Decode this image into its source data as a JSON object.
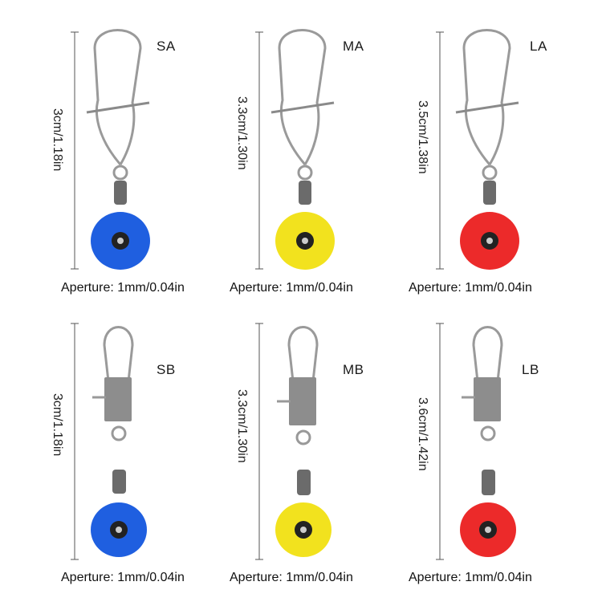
{
  "products": [
    {
      "model": "SA",
      "height": "3cm/1.18in",
      "aperture": "Aperture: 1mm/0.04in",
      "color": "#1f5fe0",
      "style": "snap-A"
    },
    {
      "model": "MA",
      "height": "3.3cm/1.30in",
      "aperture": "Aperture: 1mm/0.04in",
      "color": "#f2e21e",
      "style": "snap-A"
    },
    {
      "model": "LA",
      "height": "3.5cm/1.38in",
      "aperture": "Aperture: 1mm/0.04in",
      "color": "#ec2a2a",
      "style": "snap-A"
    },
    {
      "model": "SB",
      "height": "3cm/1.18in",
      "aperture": "Aperture: 1mm/0.04in",
      "color": "#1f5fe0",
      "style": "snap-B"
    },
    {
      "model": "MB",
      "height": "3.3cm/1.30in",
      "aperture": "Aperture: 1mm/0.04in",
      "color": "#f2e21e",
      "style": "snap-B"
    },
    {
      "model": "LB",
      "height": "3.6cm/1.42in",
      "aperture": "Aperture: 1mm/0.04in",
      "color": "#ec2a2a",
      "style": "snap-B"
    }
  ]
}
